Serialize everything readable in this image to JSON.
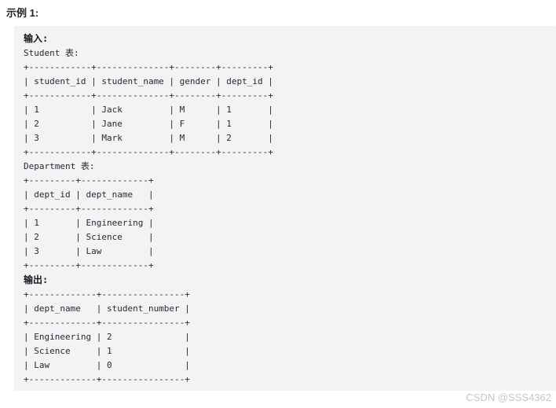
{
  "page": {
    "example_title": "示例 1:",
    "watermark": "CSDN @SSS4362"
  },
  "code_block": {
    "input_label": "输入:",
    "student_caption": "Student 表:",
    "department_caption": "Department 表:",
    "output_label": "输出:"
  },
  "tables": {
    "student": {
      "headers": [
        "student_id",
        "student_name",
        "gender",
        "dept_id"
      ],
      "widths": [
        12,
        14,
        8,
        9
      ],
      "rows": [
        [
          "1",
          "Jack",
          "M",
          "1"
        ],
        [
          "2",
          "Jane",
          "F",
          "1"
        ],
        [
          "3",
          "Mark",
          "M",
          "2"
        ]
      ]
    },
    "department": {
      "headers": [
        "dept_id",
        "dept_name"
      ],
      "widths": [
        9,
        13
      ],
      "rows": [
        [
          "1",
          "Engineering"
        ],
        [
          "2",
          "Science"
        ],
        [
          "3",
          "Law"
        ]
      ]
    },
    "output": {
      "headers": [
        "dept_name",
        "student_number"
      ],
      "widths": [
        13,
        16
      ],
      "rows": [
        [
          "Engineering",
          "2"
        ],
        [
          "Science",
          "1"
        ],
        [
          "Law",
          "0"
        ]
      ]
    }
  },
  "colors": {
    "page_background": "#ffffff",
    "code_background": "#f2f3f5",
    "code_text": "#26292e",
    "title_text": "#212226",
    "watermark_text": "#c2c6cb"
  }
}
